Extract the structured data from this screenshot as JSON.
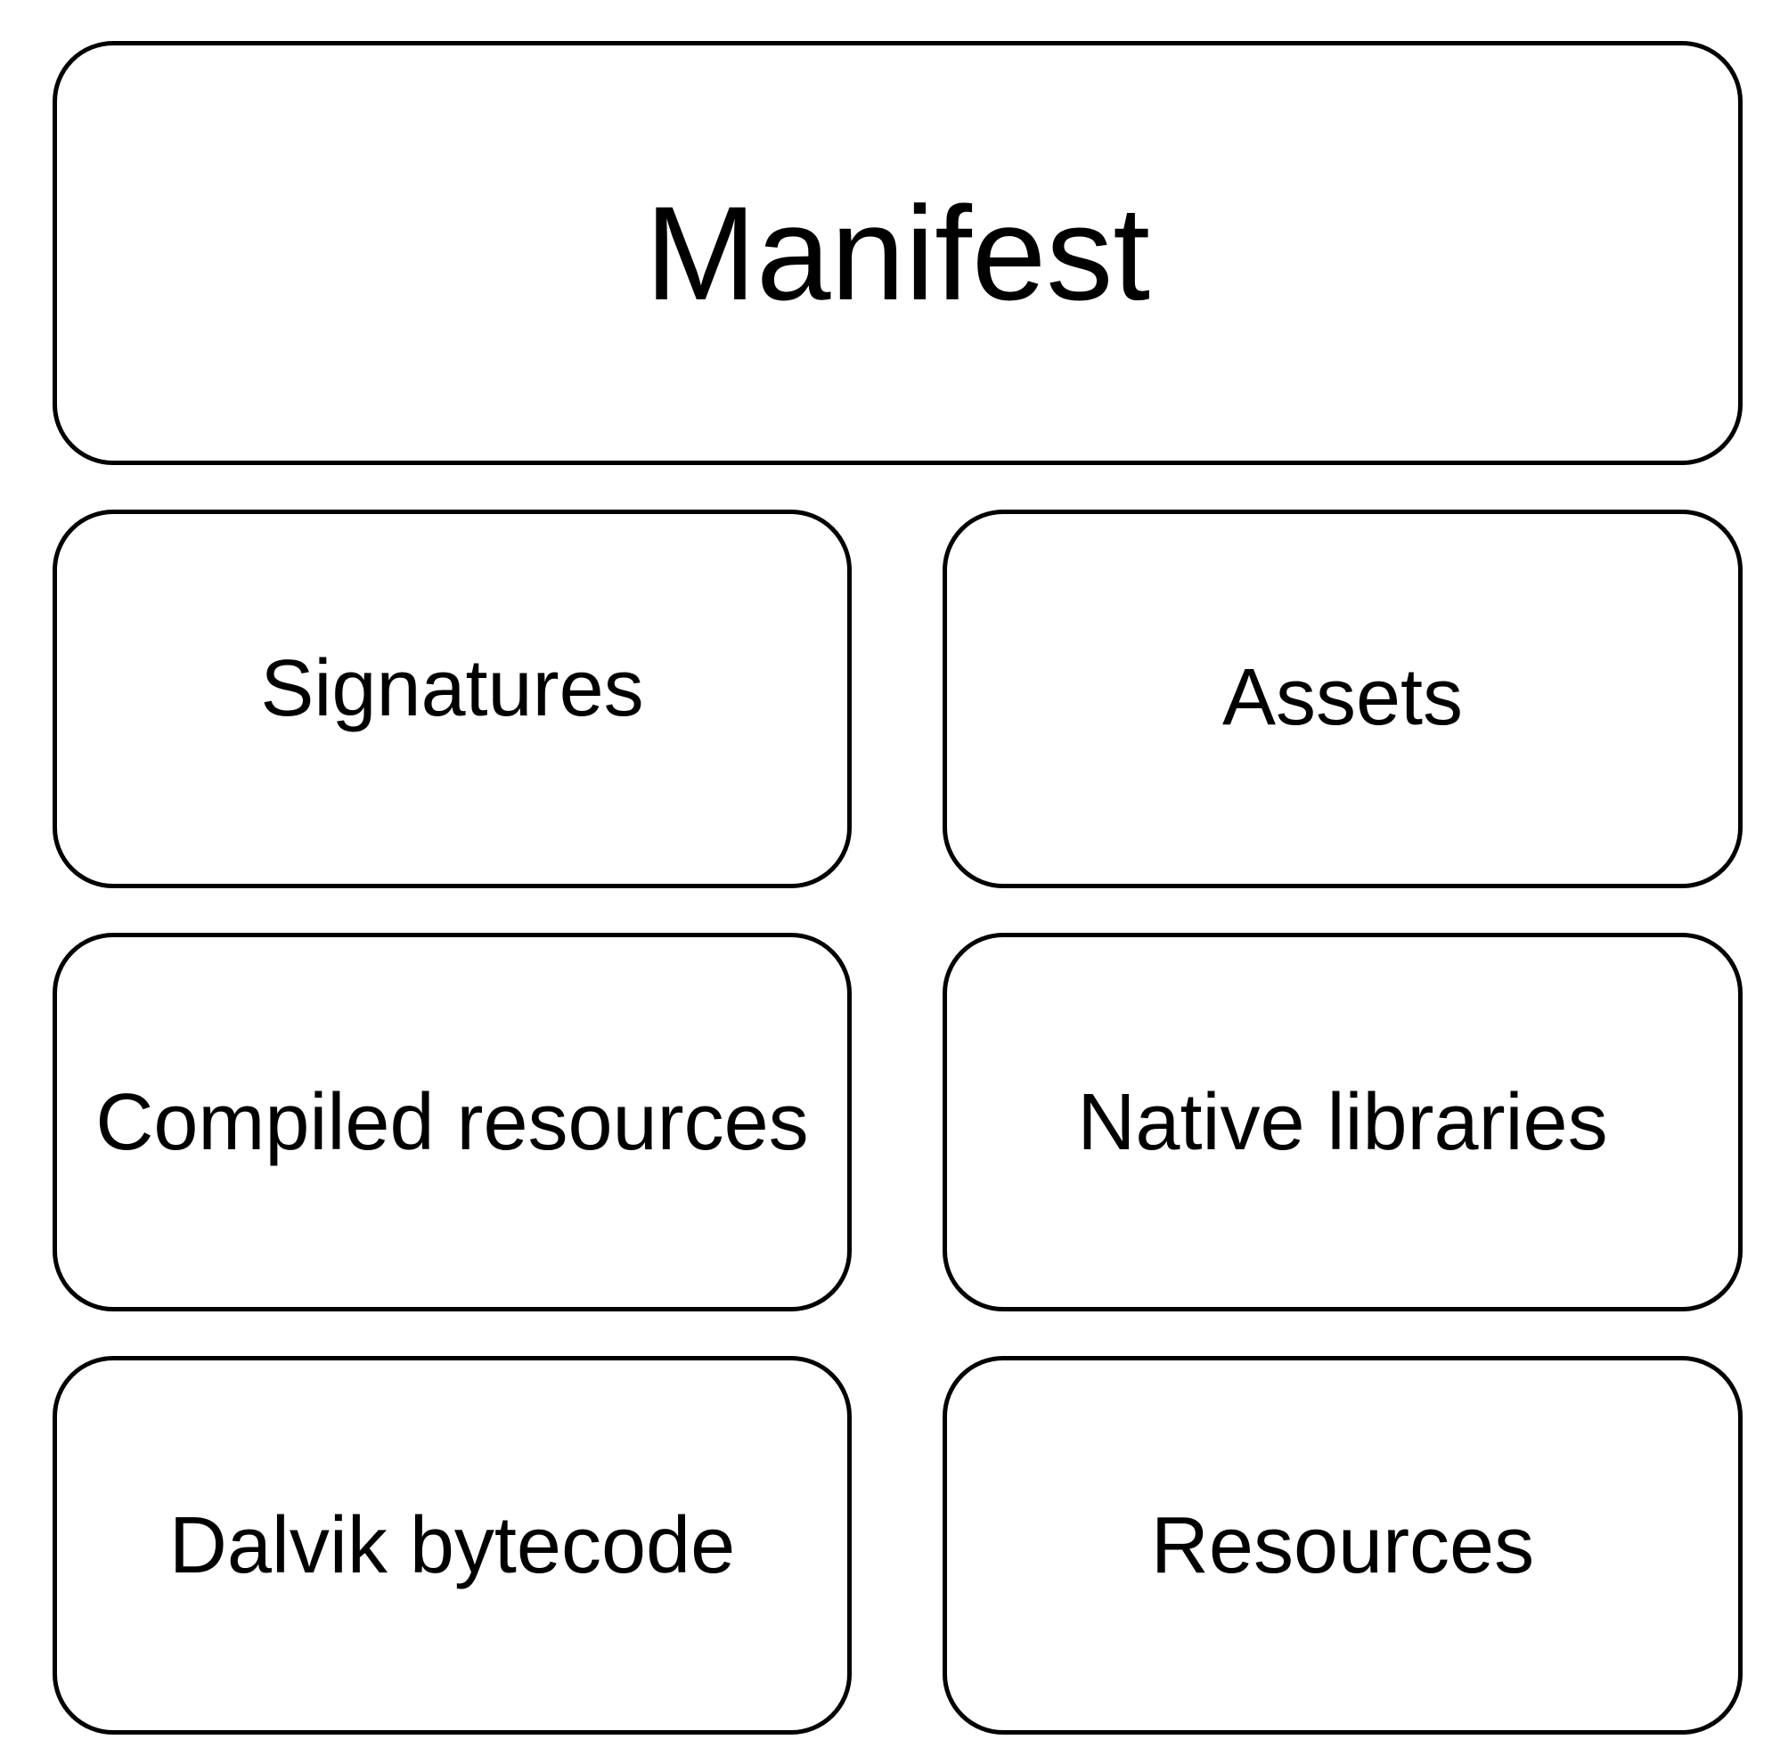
{
  "diagram": {
    "header": {
      "label": "Manifest"
    },
    "blocks": [
      {
        "label": "Signatures"
      },
      {
        "label": "Assets"
      },
      {
        "label": "Compiled resources"
      },
      {
        "label": "Native libraries"
      },
      {
        "label": "Dalvik bytecode"
      },
      {
        "label": "Resources"
      }
    ]
  }
}
